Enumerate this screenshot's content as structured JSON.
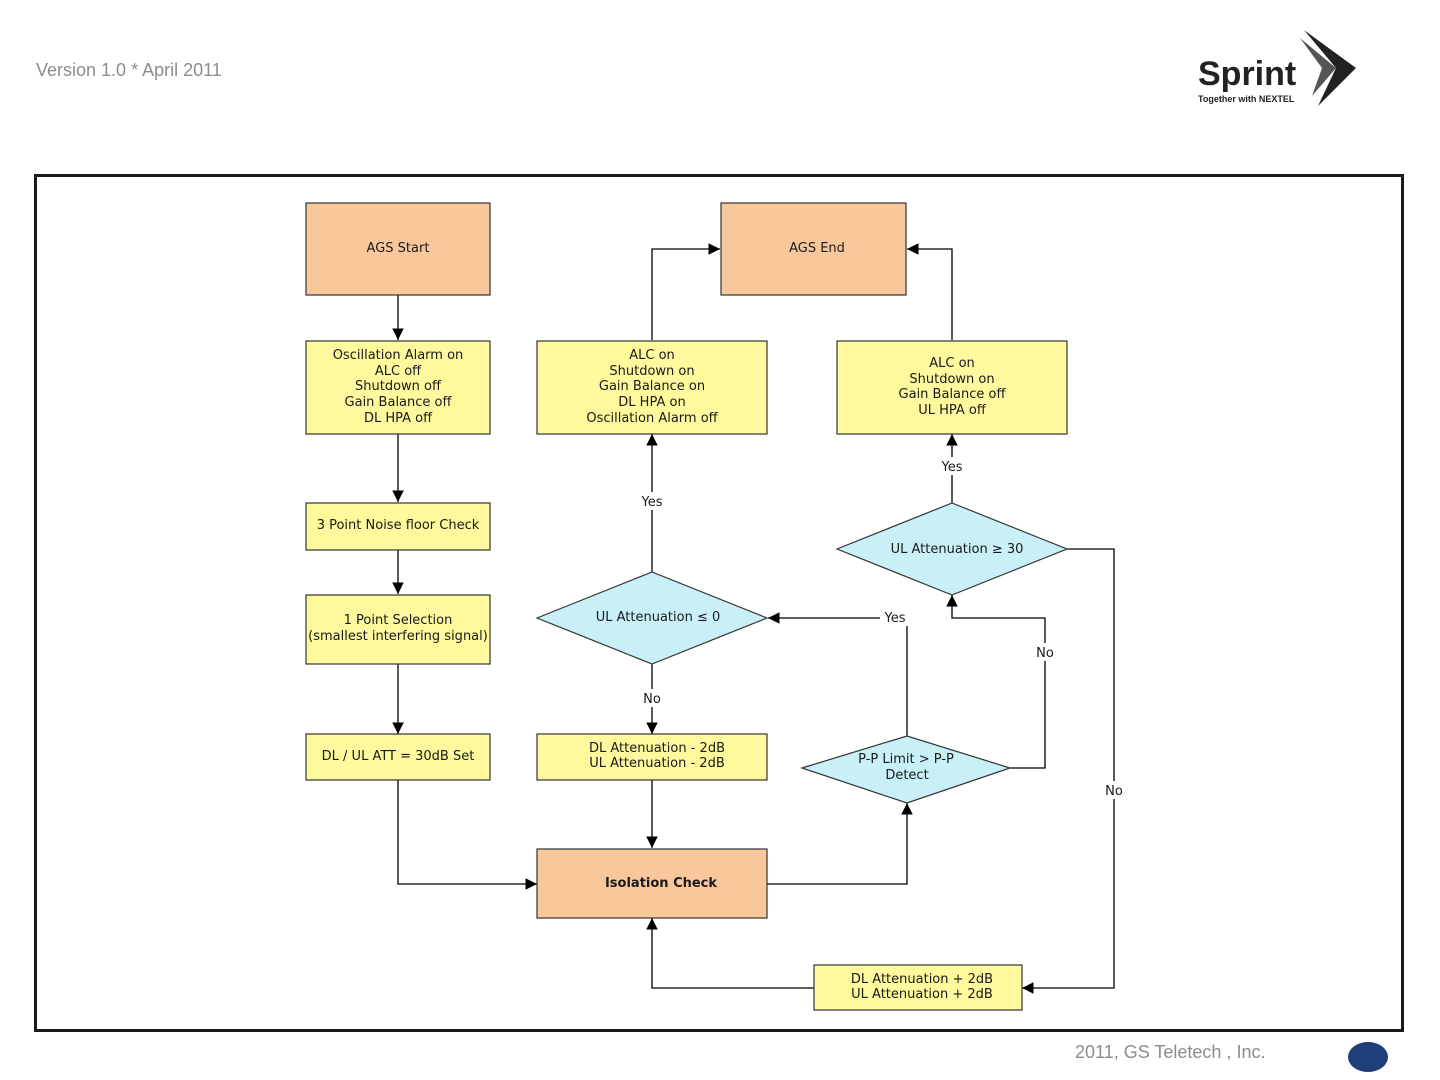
{
  "header": {
    "version_text": "Version 1.0 * April 2011"
  },
  "logo": {
    "brand": "Sprint",
    "tagline": "Together with NEXTEL"
  },
  "footer": {
    "copyright": "2011, GS Teletech , Inc."
  },
  "colors": {
    "start_end_fill": "#f8c89c",
    "process_fill": "#fdf99c",
    "decision_fill": "#c8f0f6",
    "page_dot": "#1f3f7a"
  },
  "flow": {
    "nodes": {
      "ags_start": [
        "AGS Start"
      ],
      "ags_end": [
        "AGS End"
      ],
      "init_settings": [
        "Oscillation Alarm on",
        "ALC off",
        "Shutdown off",
        "Gain Balance off",
        "DL HPA off"
      ],
      "end_settings_dl": [
        "ALC on",
        "Shutdown on",
        "Gain Balance on",
        "DL HPA on",
        "Oscillation Alarm off"
      ],
      "end_settings_ul": [
        "ALC on",
        "Shutdown on",
        "Gain Balance off",
        "UL HPA off"
      ],
      "noise_floor": [
        "3 Point Noise floor Check"
      ],
      "point_selection": [
        "1 Point Selection",
        "(smallest interfering signal)"
      ],
      "att_set": [
        "DL / UL ATT = 30dB Set"
      ],
      "isolation_check": [
        "Isolation Check"
      ],
      "dec_ul_att_le0": [
        "UL Attenuation ≤ 0"
      ],
      "dec_ul_att_ge30": [
        "UL Attenuation ≥ 30"
      ],
      "dec_pp_limit": [
        "P-P Limit > P-P",
        "Detect"
      ],
      "att_minus": [
        "DL Attenuation - 2dB",
        "UL Attenuation - 2dB"
      ],
      "att_plus": [
        "DL Attenuation + 2dB",
        "UL Attenuation + 2dB"
      ]
    },
    "edge_labels": {
      "yes_le0": "Yes",
      "no_le0": "No",
      "yes_pp": "Yes",
      "no_pp": "No",
      "yes_ge30": "Yes",
      "no_ge30": "No"
    }
  }
}
